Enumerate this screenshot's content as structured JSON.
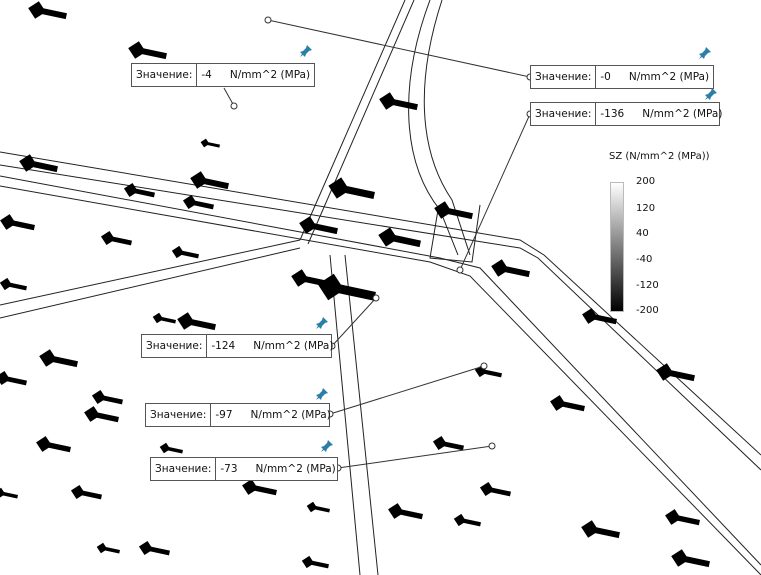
{
  "colors": {
    "accent": "#2a7fa8",
    "arrow": "#000000",
    "background": "#ffffff"
  },
  "probes": [
    {
      "key": "Значение:",
      "value": "-4",
      "unit": "N/mm^2 (MPa)"
    },
    {
      "key": "Значение:",
      "value": "-0",
      "unit": "N/mm^2 (MPa)"
    },
    {
      "key": "Значение:",
      "value": "-136",
      "unit": "N/mm^2 (MPa)"
    },
    {
      "key": "Значение:",
      "value": "-124",
      "unit": "N/mm^2 (MPa)"
    },
    {
      "key": "Значение:",
      "value": "-97",
      "unit": "N/mm^2 (MPa)"
    },
    {
      "key": "Значение:",
      "value": "-73",
      "unit": "N/mm^2 (MPa)"
    }
  ],
  "legend": {
    "title": "SZ (N/mm^2 (MPa))",
    "ticks": [
      "200",
      "120",
      "40",
      "-40",
      "-120",
      "-200"
    ]
  },
  "icons": {
    "pin": "pin-icon"
  }
}
